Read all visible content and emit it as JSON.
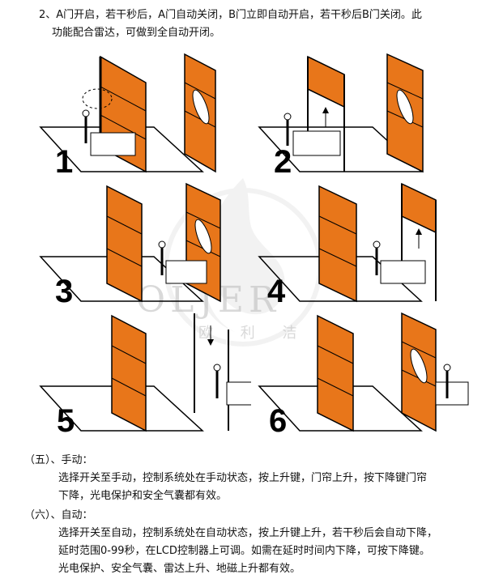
{
  "intro": {
    "number": "2、",
    "line1": "A门开启，若干秒后，A门自动关闭，B门立即自动开启，若干秒后B门关闭。此",
    "line2": "功能配合雷达，可做到全自动开闭。"
  },
  "figure": {
    "steps": [
      "1",
      "2",
      "3",
      "4",
      "5",
      "6"
    ],
    "watermark": {
      "brand": "OLJER",
      "sub": "欧 利 洁"
    },
    "door_color": "#e8761a"
  },
  "section5": {
    "heading": "（五）、手动：",
    "lines": [
      "选择开关至手动，控制系统处在手动状态，按上升键，门帘上升，按下降键门帘",
      "下降，光电保护和安全气囊都有效。"
    ]
  },
  "section6": {
    "heading": "（六）、自动：",
    "lines": [
      "选择开关至自动，控制系统处在自动状态，按上升键上升，若干秒后会自动下降，",
      "延时范围0-99秒，在LCD控制器上可调。如需在延时时间内下降，可按下降键。",
      "光电保护、安全气囊、雷达上升、地磁上升都有效。"
    ]
  }
}
